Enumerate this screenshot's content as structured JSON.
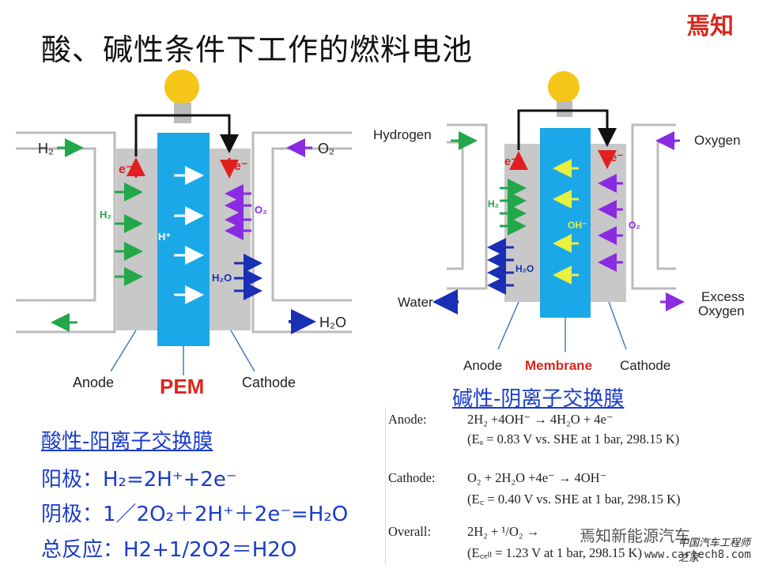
{
  "title": "酸、碱性条件下工作的燃料电池",
  "logo_text": "焉知",
  "left_diagram": {
    "h2_in": "H₂",
    "o2_in": "O₂",
    "h2o_out": "H₂O",
    "e_left": "e⁻",
    "e_right": "e⁻",
    "h2_inner": "H₂",
    "o2_inner": "O₂",
    "h_plus": "H⁺",
    "h2o_inner": "H₂O",
    "anode": "Anode",
    "cathode": "Cathode",
    "pem": "PEM"
  },
  "right_diagram": {
    "hydrogen": "Hydrogen",
    "oxygen": "Oxygen",
    "water": "Water",
    "excess_oxygen_1": "Excess",
    "excess_oxygen_2": "Oxygen",
    "e_left": "e⁻",
    "e_right": "e⁻",
    "h2_inner": "H₂",
    "oh_inner": "OH⁻",
    "o2_inner": "O₂",
    "h2o_inner": "H₂O",
    "anode": "Anode",
    "membrane": "Membrane",
    "cathode": "Cathode"
  },
  "alkaline_heading": "碱性-阴离子交换膜",
  "acid_heading": "酸性-阳离子交换膜",
  "acid_lines": [
    "阳极：H₂=2H⁺+2e⁻",
    "阴极：1／2O₂＋2H⁺＋2e⁻=H₂O",
    "总反应：H2+1/2O2＝H2O"
  ],
  "equations": {
    "anode_label": "Anode:",
    "anode_eq": "2H₂ +4OH⁻ → 4H₂O + 4e⁻",
    "anode_cond": "(Eₐ = 0.83 V vs. SHE at 1 bar, 298.15 K)",
    "cathode_label": "Cathode:",
    "cathode_eq": "O₂ + 2H₂O +4e⁻ → 4OH⁻",
    "cathode_cond": "(E꜀ = 0.40 V vs. SHE at 1 bar, 298.15 K)",
    "overall_label": "Overall:",
    "overall_eq": "2H₂ + ¹/O₂ →",
    "overall_cond": "(E꜀ₑₗₗ = 1.23 V at 1 bar, 298.15 K)"
  },
  "watermark": {
    "text": "焉知新能源汽车",
    "site": "www.cartech8.com",
    "brand": "中国汽车工程师之家"
  },
  "colors": {
    "membrane": "#1aa8e8",
    "electrode": "#c8c8c8",
    "h2_arrow": "#22a84a",
    "o2_arrow": "#8a2be2",
    "h2o_arrow": "#1a2fb5",
    "electron": "#e02020",
    "bulb": "#f5c518",
    "heading": "#1a3cc8",
    "pem_text": "#d9261c"
  }
}
